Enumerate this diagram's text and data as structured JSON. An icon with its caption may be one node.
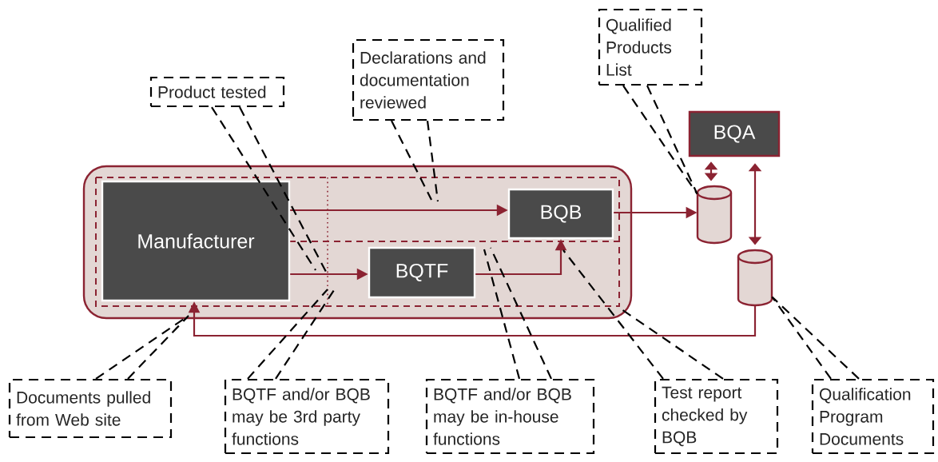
{
  "diagram": {
    "nodes": [
      {
        "text": [
          "Qualified Products List"
        ]
      },
      {
        "text": [
          "Declarations and documentation reviewed"
        ]
      },
      {
        "text": [
          "Product tested"
        ]
      },
      {
        "text": [
          "BQA"
        ]
      },
      {
        "text": [],
        "shape": "box"
      },
      {
        "text": [
          "Manufacturer"
        ],
        "in": 4
      },
      {
        "text": [
          "BQB"
        ],
        "in": 4
      },
      {
        "text": [
          "BQTF"
        ],
        "in": 4
      },
      {
        "text": [],
        "shape": "cylinder"
      },
      {
        "text": [],
        "shape": "cylinder"
      },
      {
        "text": [
          "Documents pulled from Web site"
        ]
      },
      {
        "text": [
          "BQTF and/or BQB may be 3rd party functions"
        ]
      },
      {
        "text": [
          "BQTF and/or BQB may be in-house functions"
        ]
      },
      {
        "text": [
          "Test report checked by BQB"
        ]
      },
      {
        "text": [
          "Qualification Program Documents"
        ]
      }
    ],
    "edges": [
      {
        "from": 5,
        "to": 6,
        "arrow": "to",
        "color": "#8b2332"
      },
      {
        "from": 5,
        "to": 7,
        "arrow": "to",
        "color": "#8b2332"
      },
      {
        "from": 7,
        "to": 6,
        "arrow": "to",
        "color": "#8b2332"
      },
      {
        "from": 6,
        "to": 8,
        "arrow": "to",
        "color": "#8b2332"
      },
      {
        "from": 3,
        "to": 8,
        "arrow": "both",
        "color": "#8b2332"
      },
      {
        "from": 3,
        "to": 9,
        "arrow": "both",
        "color": "#8b2332"
      },
      {
        "from": 9,
        "to": 5,
        "arrow": "to",
        "color": "#8b2332"
      },
      {
        "from": 0,
        "to": 8,
        "arrow": "none",
        "style": "dashed"
      },
      {
        "from": 1,
        "to": null,
        "arrow": "none",
        "style": "dashed"
      },
      {
        "from": 2,
        "to": null,
        "arrow": "none",
        "style": "dashed"
      },
      {
        "from": 10,
        "to": null,
        "arrow": "none",
        "style": "dashed"
      },
      {
        "from": 11,
        "to": null,
        "arrow": "none",
        "style": "dashed"
      },
      {
        "from": 12,
        "to": null,
        "arrow": "none",
        "style": "dashed"
      },
      {
        "from": 13,
        "to": null,
        "arrow": "none",
        "style": "dashed"
      },
      {
        "from": 14,
        "to": 9,
        "arrow": "none",
        "style": "dashed"
      }
    ]
  }
}
